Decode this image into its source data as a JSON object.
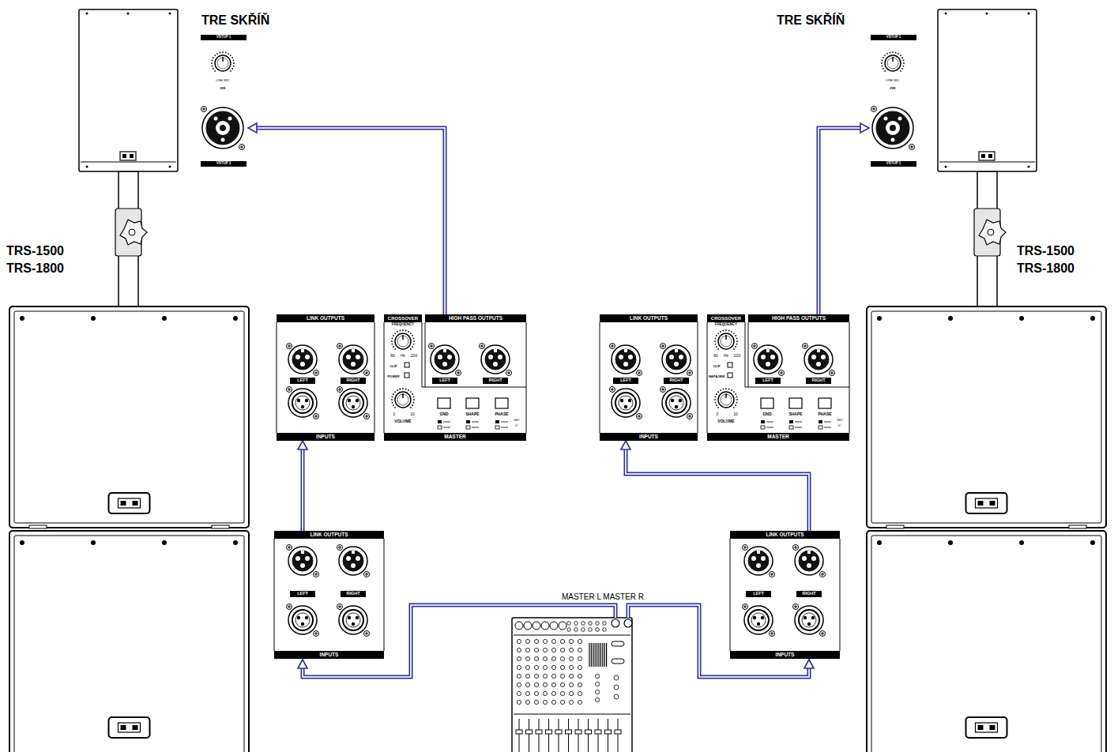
{
  "diagram": {
    "nodes": [
      {
        "text": [
          "TRE SKŘÍŇ",
          "VSTUP 1",
          "LINE MIC",
          "25K",
          "VSTUP 1"
        ]
      },
      {
        "text": [
          "TRE SKŘÍŇ",
          "VSTUP 1",
          "LINE MIC",
          "25K",
          "VSTUP 1"
        ]
      },
      {
        "text": [
          "LINK OUTPUTS",
          "CROSSOVER",
          "FREQUENCY",
          "HIGH PASS OUTPUTS",
          "LEFT",
          "RIGHT",
          "60",
          "Hz",
          "200",
          "CLIP",
          "POWER",
          "LEFT",
          "RIGHT",
          "0",
          "10",
          "VOLUME",
          "GND",
          "SHAPE",
          "PHASE",
          "180°",
          "0°",
          "INPUTS",
          "MASTER"
        ]
      },
      {
        "text": [
          "LINK OUTPUTS",
          "CROSSOVER",
          "FREQUENCY",
          "HIGH PASS OUTPUTS",
          "LEFT",
          "RIGHT",
          "60",
          "Hz",
          "200",
          "CLIP",
          "NAPÁJENÍ",
          "LEFT",
          "RIGHT",
          "0",
          "10",
          "VOLUME",
          "GND",
          "SHAPE",
          "PHASE",
          "180°",
          "0°",
          "INPUTS",
          "MASTER"
        ]
      },
      {
        "text": [
          "LINK OUTPUTS",
          "LEFT",
          "RIGHT",
          "INPUTS"
        ]
      },
      {
        "text": [
          "LINK OUTPUTS",
          "LEFT",
          "RIGHT",
          "INPUTS"
        ]
      },
      {
        "text": [
          "MASTER L MASTER R"
        ]
      }
    ],
    "edges": [
      {
        "from": 6,
        "to": 4,
        "arrow": "to"
      },
      {
        "from": 6,
        "to": 5,
        "arrow": "to"
      },
      {
        "from": 4,
        "to": 2,
        "arrow": "to"
      },
      {
        "from": 5,
        "to": 3,
        "arrow": "to"
      },
      {
        "from": 2,
        "to": 0,
        "arrow": "to"
      },
      {
        "from": 3,
        "to": 1,
        "arrow": "to"
      }
    ],
    "labels": [
      "TRS-1500",
      "TRS-1800",
      "TRS-1500",
      "TRS-1800"
    ]
  }
}
